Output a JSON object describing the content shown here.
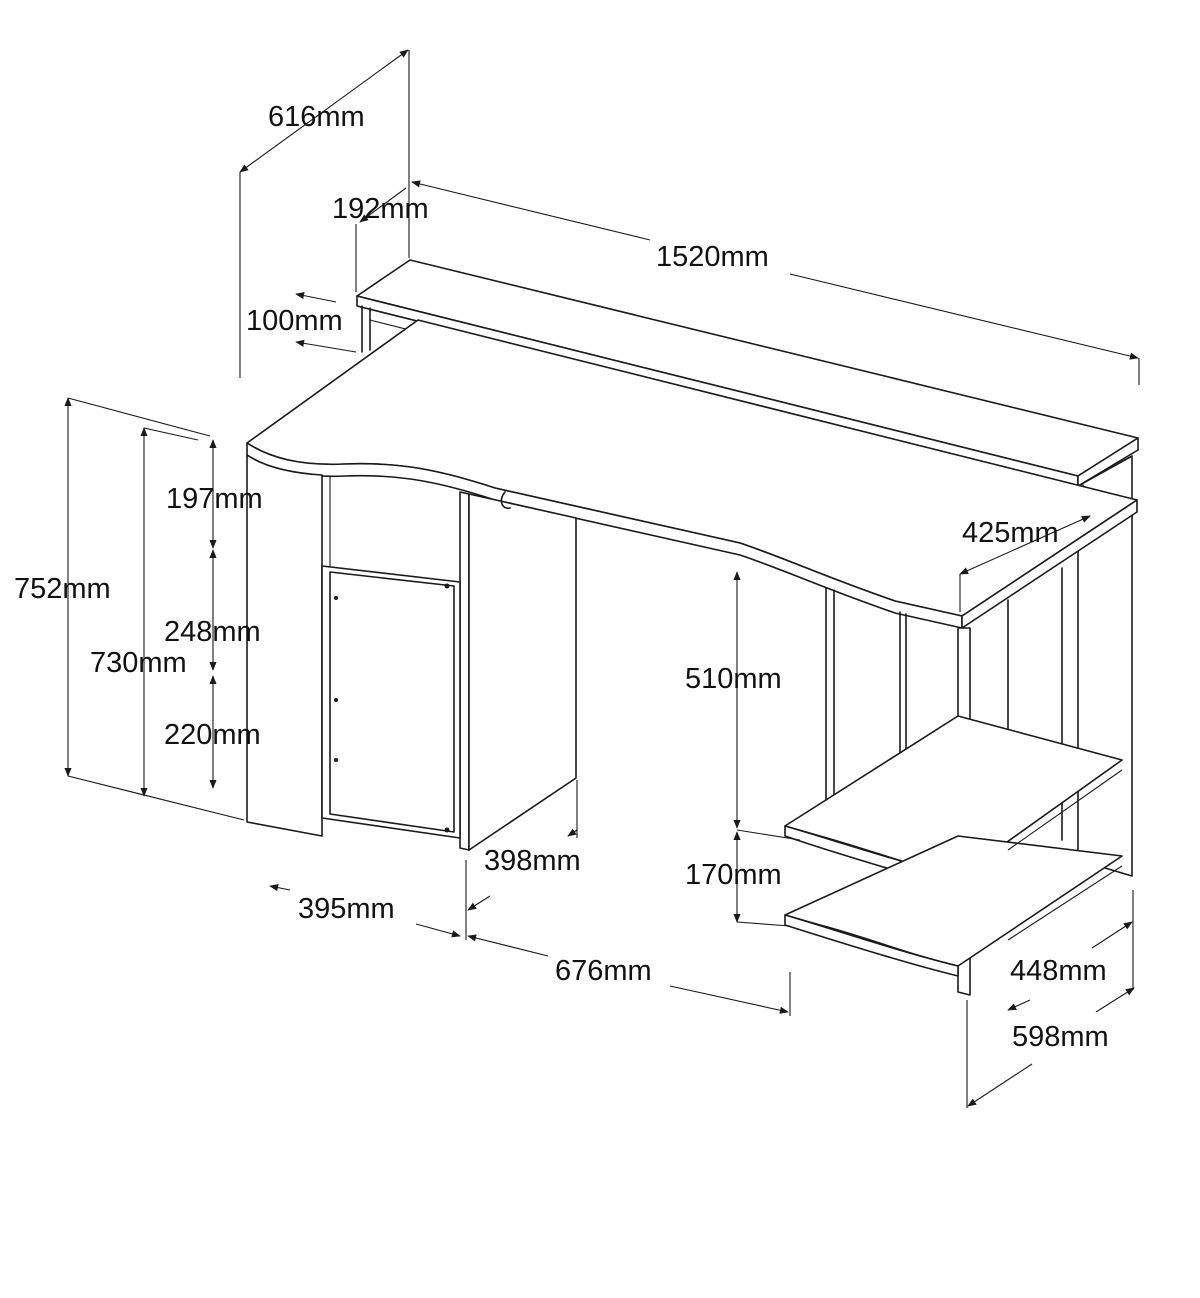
{
  "labels": {
    "depth_total": "616mm",
    "shelf_depth": "192mm",
    "width_total": "1520mm",
    "shelf_height": "100mm",
    "right_depth": "425mm",
    "compartment_1": "197mm",
    "compartment_2": "248mm",
    "compartment_3": "220mm",
    "height_total": "752mm",
    "height_inner": "730mm",
    "right_upper": "510mm",
    "right_lower": "170mm",
    "cabinet_depth": "398mm",
    "cabinet_width": "395mm",
    "leg_space": "676mm",
    "right_base_inner": "448mm",
    "right_base_outer": "598mm"
  },
  "colors": {
    "line": "#1a1a1a",
    "background": "#ffffff"
  }
}
